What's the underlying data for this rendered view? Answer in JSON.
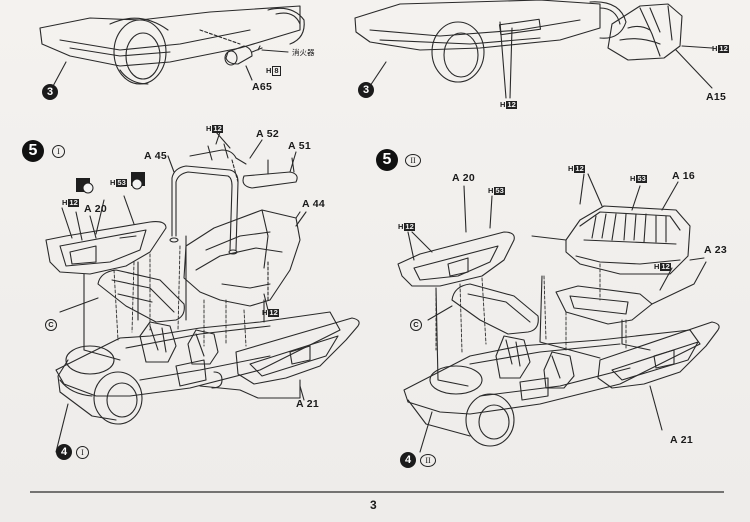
{
  "page_number": "3",
  "top_left": {
    "step": "3",
    "part": "A65",
    "code_prefix": "H",
    "code_box": "8",
    "part_note": "消火器"
  },
  "top_right": {
    "step": "3",
    "part": "A15",
    "code1_prefix": "H",
    "code1_box": "12",
    "code2_prefix": "H",
    "code2_box": "12"
  },
  "step5_left": {
    "step": "5",
    "sub": "I",
    "bottom_step": "4",
    "bottom_sub": "I",
    "c_mark": "C",
    "parts": {
      "a45": "A 45",
      "a52": "A 52",
      "a51": "A 51",
      "a44": "A 44",
      "a20": "A 20",
      "a21": "A 21"
    },
    "codes": {
      "h12_a52": "12",
      "h53": "53",
      "h12_a20": "12",
      "h12_a44": "12"
    }
  },
  "step5_right": {
    "step": "5",
    "sub": "II",
    "bottom_step": "4",
    "bottom_sub": "II",
    "c_mark": "C",
    "parts": {
      "a20": "A 20",
      "a16": "A 16",
      "a23": "A 23",
      "a21": "A 21"
    },
    "codes": {
      "h12_seat": "12",
      "h53_seat": "53",
      "h53_a20": "53",
      "h12_a20": "12",
      "h12_a23": "12"
    }
  }
}
